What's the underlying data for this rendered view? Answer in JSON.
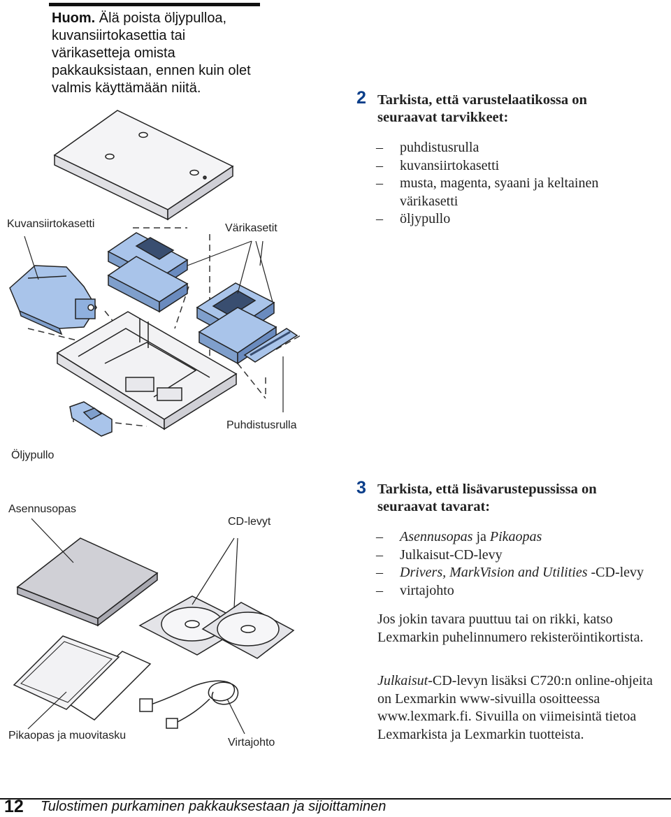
{
  "note": {
    "label": "Huom.",
    "text": "Älä poista öljypulloa, kuvansiirtokasettia tai värikasetteja omista pakkauksistaan, ennen kuin olet valmis käyttämään niitä."
  },
  "step2": {
    "number": "2",
    "title_line1": "Tarkista, että varustelaatikossa on",
    "title_line2": "seuraavat tarvikkeet:",
    "items": [
      "puhdistusrulla",
      "kuvansiirtokasetti",
      "musta, magenta, syaani ja keltainen",
      "värikasetti",
      "öljypullo"
    ]
  },
  "step3": {
    "number": "3",
    "title_line1": "Tarkista, että lisävarustepussissa on",
    "title_line2": "seuraavat tavarat:",
    "item1_italic_a": "Asennusopas",
    "item1_mid": " ja ",
    "item1_italic_b": "Pikaopas",
    "item2": "Julkaisut-CD-levy",
    "item3_italic": "Drivers, MarkVision and Utilities",
    "item3_rest": " -CD-levy",
    "item4": "virtajohto",
    "para1": "Jos jokin tavara puuttuu tai on rikki, katso Lexmarkin puhelinnumero rekisteröintikortista.",
    "para2_italic": "Julkaisut",
    "para2_rest": "-CD-levyn lisäksi C720:n online-ohjeita on Lexmarkin www-sivuilla osoitteessa www.lexmark.fi. Sivuilla on viimeisintä tietoa Lexmarkista ja Lexmarkin tuotteista."
  },
  "labels": {
    "kuvansiirtokasetti": "Kuvansiirtokasetti",
    "varikasetit": "Värikasetit",
    "puhdistusrulla": "Puhdistusrulla",
    "oljypullo": "Öljypullo",
    "asennusopas": "Asennusopas",
    "cd_levyt": "CD-levyt",
    "pikaopas": "Pikaopas ja muovitasku",
    "virtajohto": "Virtajohto"
  },
  "footer": {
    "page_number": "12",
    "title": "Tulostimen purkaminen pakkauksestaan ja sijoittaminen"
  },
  "colors": {
    "accent_blue": "#0a3e8a",
    "part_blue": "#a9c4ea"
  }
}
